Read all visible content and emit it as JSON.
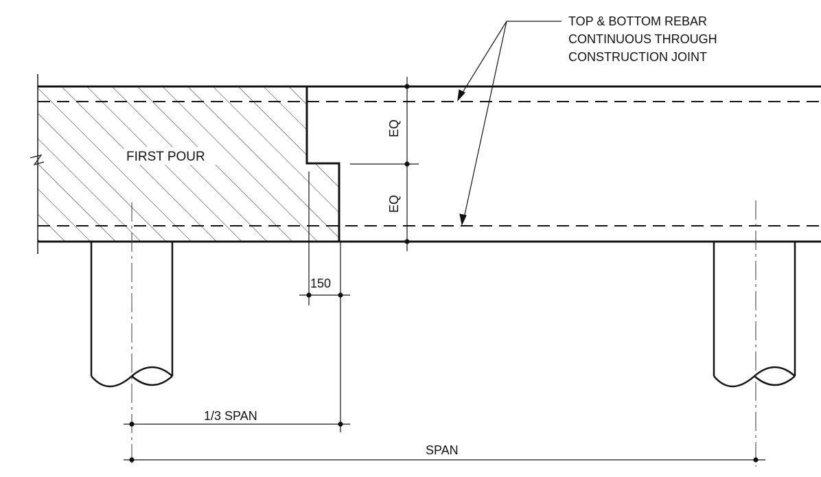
{
  "labels": {
    "first_pour": "FIRST POUR",
    "note_line_1": "TOP & BOTTOM REBAR",
    "note_line_2": "CONTINUOUS THROUGH",
    "note_line_3": "CONSTRUCTION JOINT",
    "eq_upper": "EQ",
    "eq_lower": "EQ",
    "dim_150": "150",
    "dim_third_span": "1/3 SPAN",
    "dim_span": "SPAN"
  },
  "colors": {
    "line": "#111111",
    "background": "#ffffff"
  }
}
